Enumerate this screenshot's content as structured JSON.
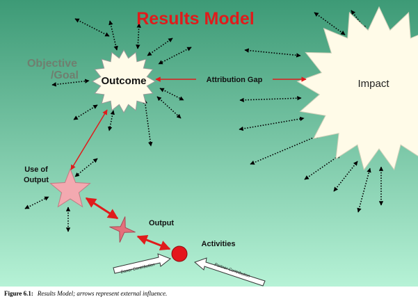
{
  "title": "Results Model",
  "labels": {
    "objective_line1": "Objective",
    "objective_line2": "/Goal",
    "outcome": "Outcome",
    "attribution_gap": "Attribution Gap",
    "impact": "Impact",
    "use_of_output_line1": "Use of",
    "use_of_output_line2": "Output",
    "output": "Output",
    "activities": "Activities",
    "donor_contribution": "Donor Contribution",
    "partner_contribution": "Partner Contribution"
  },
  "caption": {
    "figure": "Figure 6.1:",
    "text": "Results Model; arrows represent external influence."
  },
  "colors": {
    "background_top": "#3d9a76",
    "background_bottom": "#b6f2d6",
    "title": "#e01b1b",
    "arrow_red": "#e01b1b",
    "star_fill": "#fffbe8",
    "star_pink": "#f3a9b0",
    "output_star": "#e3707b",
    "activities_circle": "#e4161c"
  },
  "icons": [
    "outcome-star",
    "impact-starburst",
    "use-of-output-star",
    "output-star",
    "activities-circle",
    "external-influence-arrow"
  ]
}
